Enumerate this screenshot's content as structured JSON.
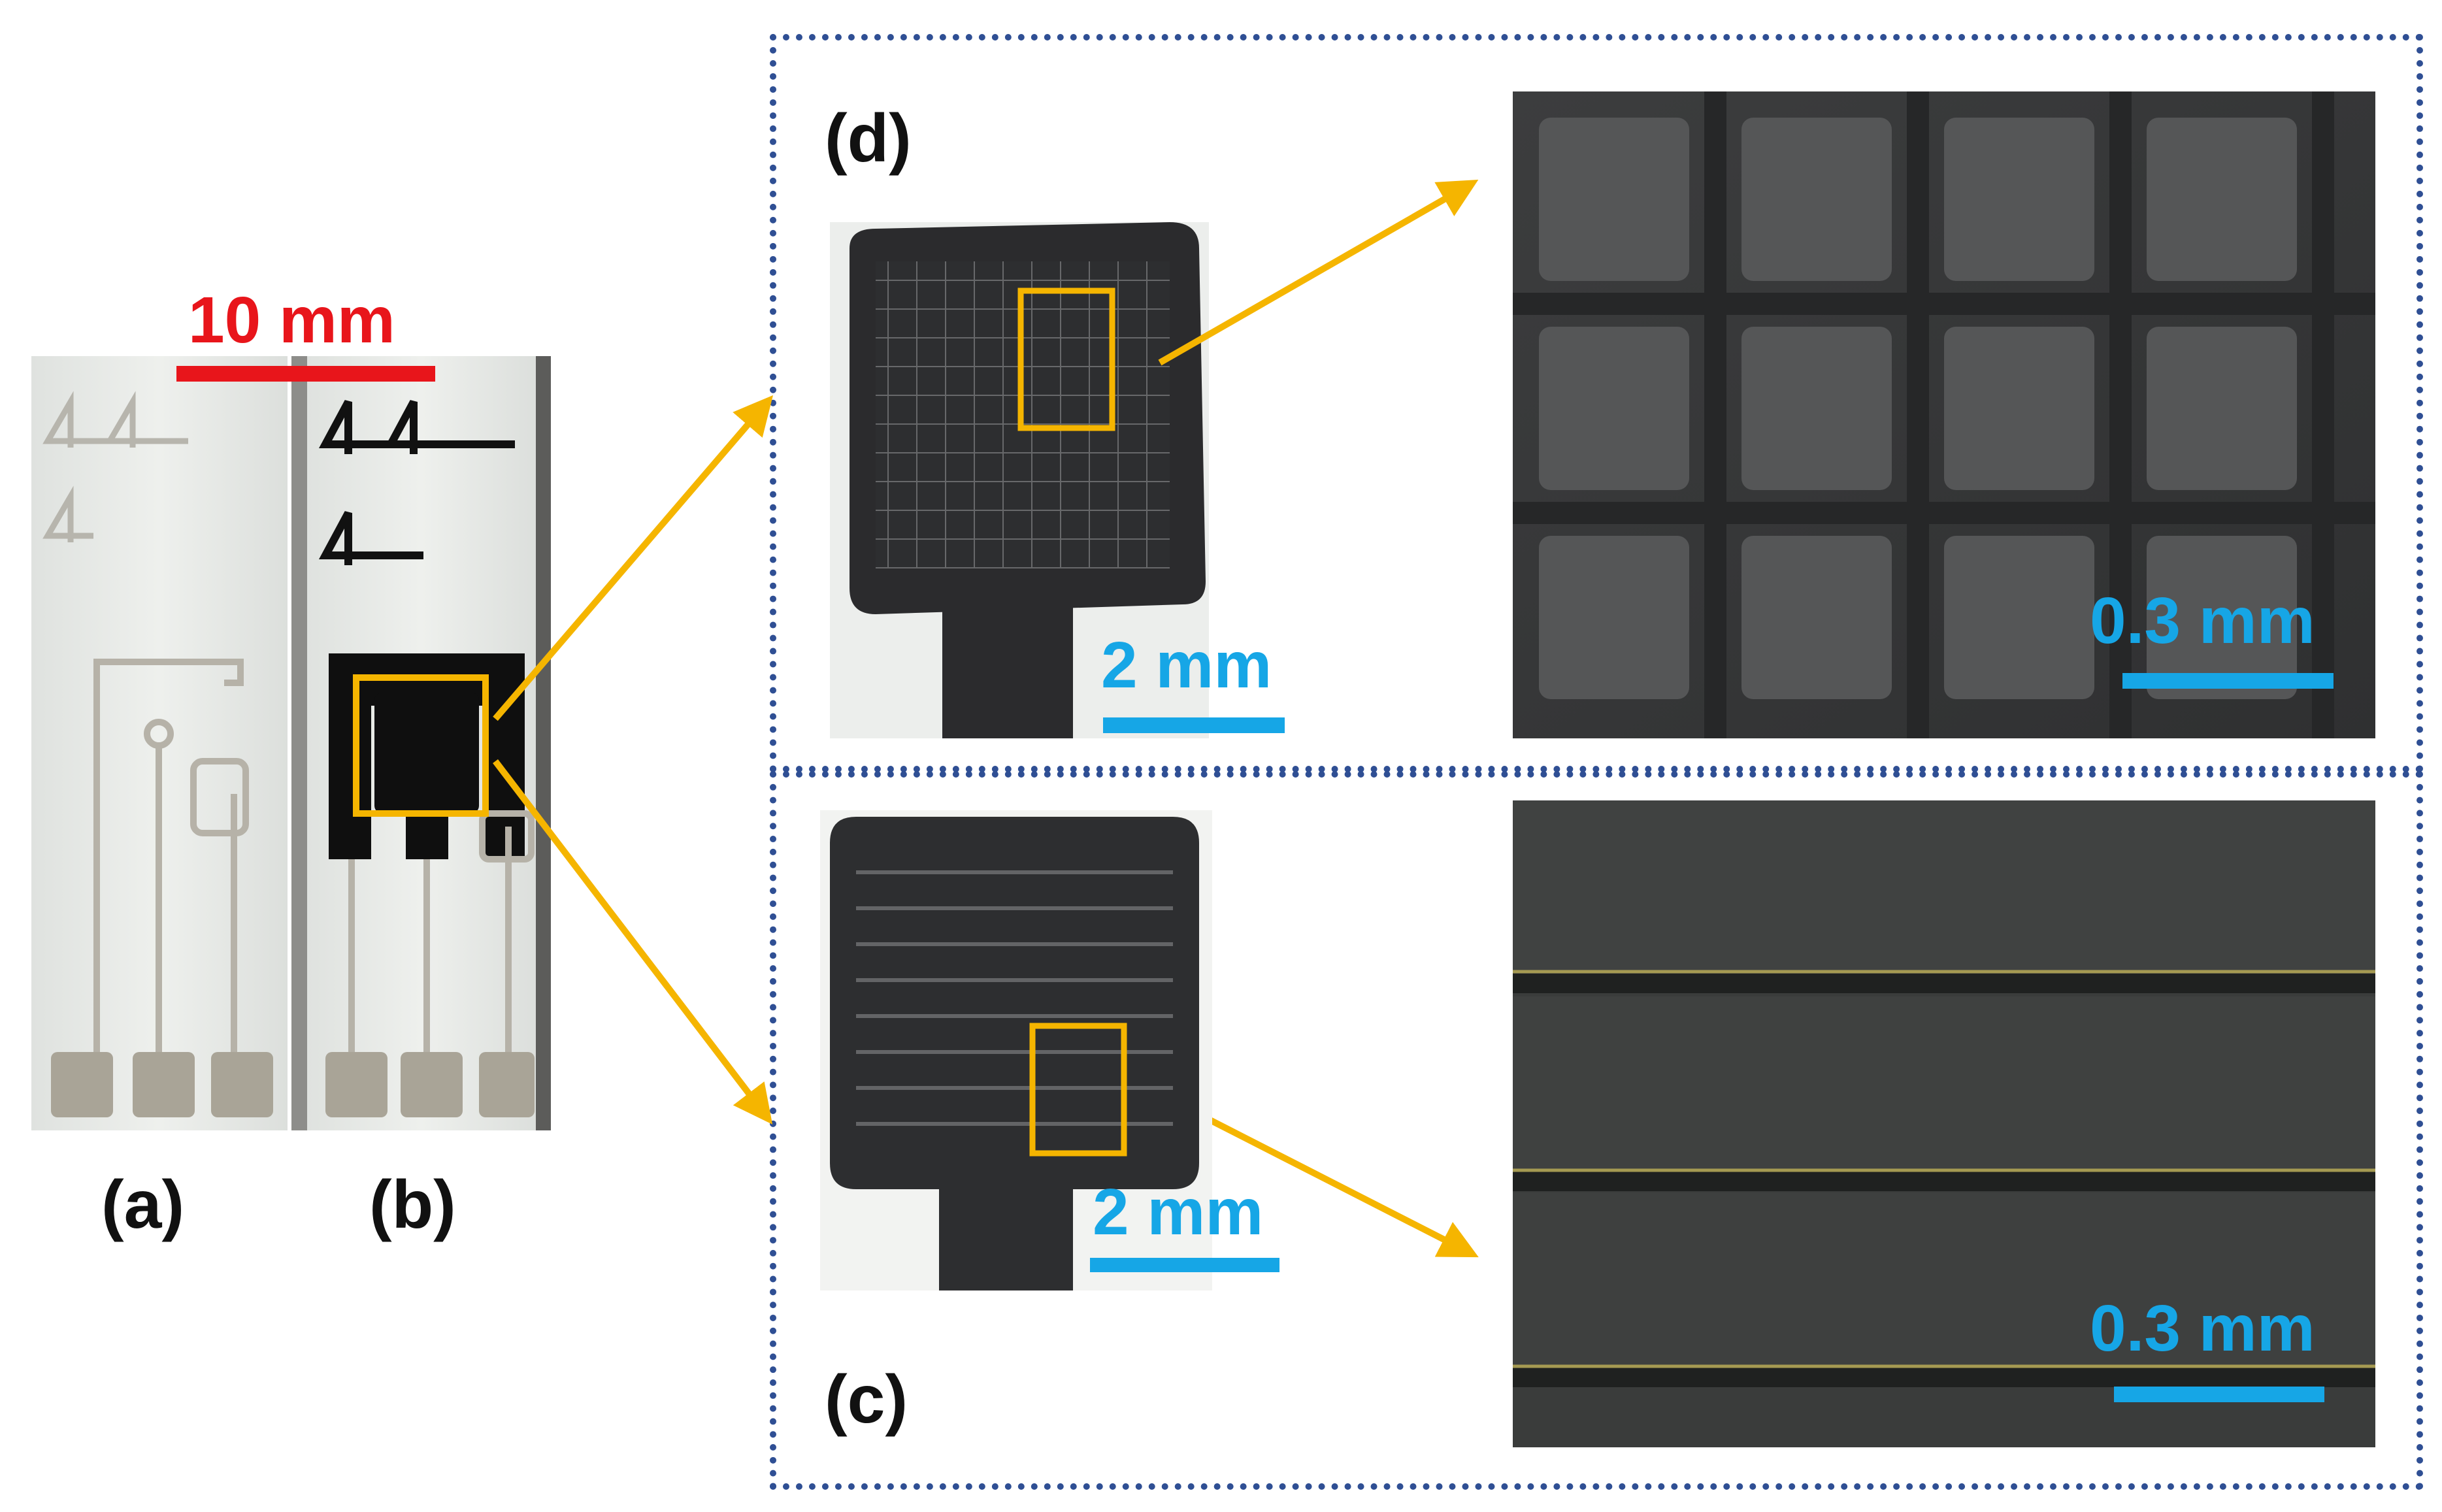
{
  "colors": {
    "scale_red": "#e8151b",
    "scale_blue": "#16a6e6",
    "highlight": "#f5b500",
    "dotted_frame": "#2f4f94",
    "sensor_dark": "#2b2b2d",
    "substrate": "#e9ebe8",
    "micro_bg": "#3a3b3c"
  },
  "panel_labels": {
    "a": "(a)",
    "b": "(b)",
    "c": "(c)",
    "d": "(d)"
  },
  "scale_bars": {
    "overview": "10 mm",
    "d_sensor": "2 mm",
    "d_micro": "0.3 mm",
    "c_sensor": "2 mm",
    "c_micro": "0.3 mm"
  },
  "sample_marking": {
    "text_top": "44",
    "text_bottom": "4"
  },
  "icons": [
    "sensor-photo",
    "microscope-grid-photo",
    "microscope-line-photo",
    "zoom-arrow"
  ]
}
